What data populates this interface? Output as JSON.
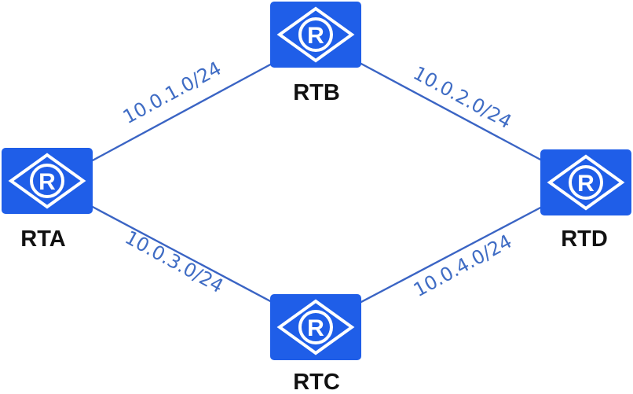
{
  "colors": {
    "router_fill": "#1f5ee8",
    "router_symbol": "#ffffff",
    "link": "#3a64c4",
    "subnet_text": "#3f6cc4",
    "router_label_text": "#111111"
  },
  "routers": [
    {
      "id": "rta",
      "label": "RTA",
      "icon": "router-icon"
    },
    {
      "id": "rtb",
      "label": "RTB",
      "icon": "router-icon"
    },
    {
      "id": "rtc",
      "label": "RTC",
      "icon": "router-icon"
    },
    {
      "id": "rtd",
      "label": "RTD",
      "icon": "router-icon"
    }
  ],
  "links": [
    {
      "from": "RTA",
      "to": "RTB",
      "subnet": "10.0.1.0/24"
    },
    {
      "from": "RTB",
      "to": "RTD",
      "subnet": "10.0.2.0/24"
    },
    {
      "from": "RTA",
      "to": "RTC",
      "subnet": "10.0.3.0/24"
    },
    {
      "from": "RTC",
      "to": "RTD",
      "subnet": "10.0.4.0/24"
    }
  ]
}
